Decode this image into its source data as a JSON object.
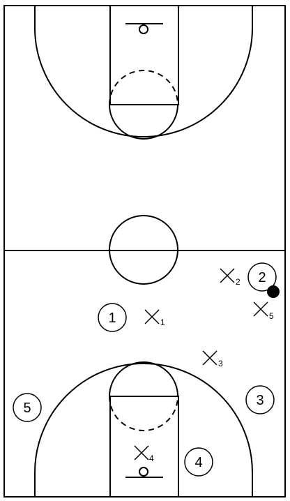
{
  "offense_players": [
    {
      "id": "o1",
      "label": "1"
    },
    {
      "id": "o2",
      "label": "2",
      "has_ball": true
    },
    {
      "id": "o3",
      "label": "3"
    },
    {
      "id": "o4",
      "label": "4"
    },
    {
      "id": "o5",
      "label": "5"
    }
  ],
  "defense_players": [
    {
      "id": "x1",
      "sub": "1"
    },
    {
      "id": "x2",
      "sub": "2"
    },
    {
      "id": "x3",
      "sub": "3"
    },
    {
      "id": "x4",
      "sub": "4"
    },
    {
      "id": "x5",
      "sub": "5"
    }
  ],
  "colors": {
    "lines": "#000000",
    "court": "#ffffff",
    "ball": "#000000"
  }
}
